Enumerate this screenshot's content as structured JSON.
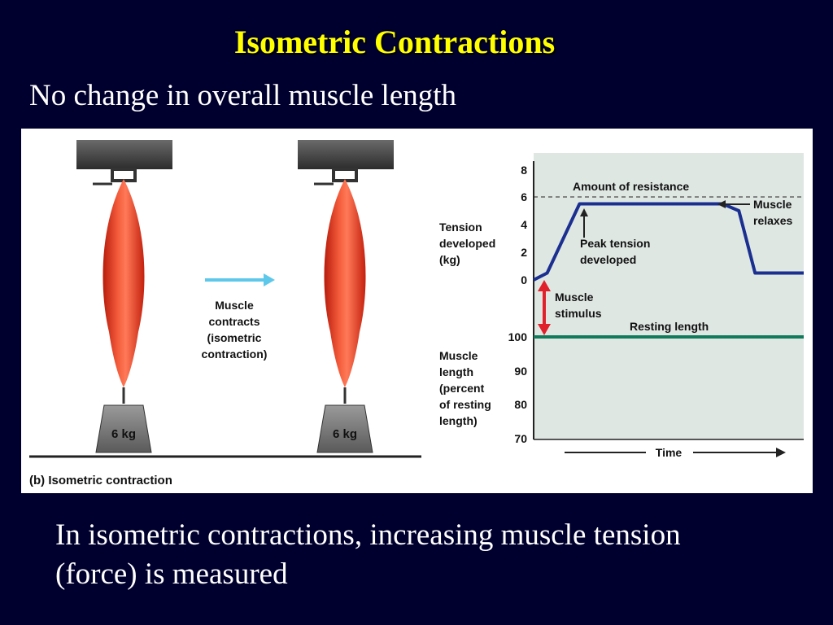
{
  "slide": {
    "title": "Isometric Contractions",
    "subtitle": "No change in overall muscle length",
    "caption_line1": "In isometric contractions, increasing muscle tension",
    "caption_line2": "(force) is measured"
  },
  "figure": {
    "weight_label": "6 kg",
    "arrow_text": [
      "Muscle",
      "contracts",
      "(isometric",
      "contraction)"
    ],
    "panel_caption": "(b) Isometric contraction",
    "colors": {
      "muscle": "#e8321c",
      "arrow": "#5ec8ea",
      "tension_curve": "#1a2f8f",
      "length_line": "#107a5a",
      "stimulus_arrow": "#e0202a",
      "plot_bg": "#dfe7e3"
    }
  },
  "chart_data": {
    "type": "line",
    "xlabel": "Time",
    "tension_axis": {
      "label": [
        "Tension",
        "developed",
        "(kg)"
      ],
      "ticks": [
        0,
        2,
        4,
        6,
        8
      ],
      "ylim": [
        0,
        8
      ]
    },
    "length_axis": {
      "label": [
        "Muscle",
        "length",
        "(percent",
        "of resting",
        "length)"
      ],
      "ticks": [
        70,
        80,
        90,
        100
      ],
      "ylim": [
        70,
        100
      ]
    },
    "resistance_level": 6,
    "series": [
      {
        "name": "Tension",
        "x": [
          0,
          0.05,
          0.17,
          0.7,
          0.76,
          0.82,
          1.0
        ],
        "values": [
          0,
          0.5,
          5.5,
          5.5,
          5.0,
          0.5,
          0.5
        ]
      },
      {
        "name": "Muscle length",
        "x": [
          0,
          1.0
        ],
        "values": [
          100,
          100
        ]
      }
    ],
    "annotations": {
      "resistance": "Amount of resistance",
      "relaxes": [
        "Muscle",
        "relaxes"
      ],
      "peak": [
        "Peak tension",
        "developed"
      ],
      "stimulus": [
        "Muscle",
        "stimulus"
      ],
      "resting": "Resting length"
    }
  }
}
